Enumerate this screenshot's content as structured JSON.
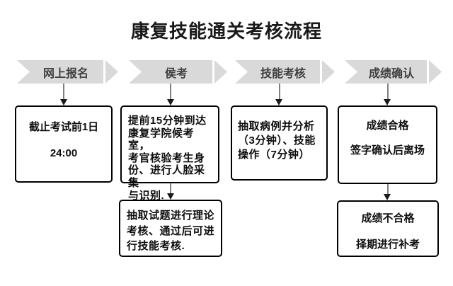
{
  "title": "康复技能通关考核流程",
  "colors": {
    "bg": "#ffffff",
    "band": "#d9d9d9",
    "bannerText": "#404040",
    "boxBorder": "#000000",
    "boxText": "#0d0d0d",
    "line": "#808080",
    "arrowhead": "#1a1a1a",
    "titleColor": "#1a1a1a"
  },
  "columns": [
    {
      "banner": "网上报名",
      "boxes": [
        {
          "text": "截止考试前1日\n\n24:00"
        }
      ]
    },
    {
      "banner": "侯考",
      "boxes": [
        {
          "text": "提前15分钟到达\n康复学院候考室，\n考官核验考生身\n份、进行人脸采集\n与识别."
        },
        {
          "text": "抽取试题进行理论\n考核、通过后可进\n行技能考核."
        }
      ]
    },
    {
      "banner": "技能考核",
      "boxes": [
        {
          "text": "抽取病例并分析\n（3分钟）、技能\n操作（7分钟）"
        }
      ]
    },
    {
      "banner": "成绩确认",
      "boxes": [
        {
          "text": "成绩合格\n\n签字确认后离场"
        },
        {
          "text": "成绩不合格\n\n择期进行补考"
        }
      ]
    }
  ]
}
